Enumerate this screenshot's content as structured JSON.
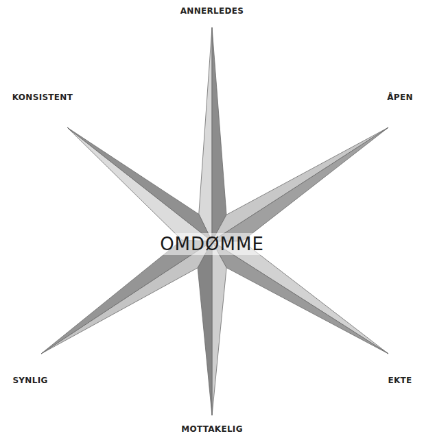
{
  "diagram": {
    "nodes": [
      {
        "text": [
          "OMDØMME"
        ]
      }
    ],
    "labels": [
      "ANNERLEDES",
      "KONSISTENT",
      "ÅPEN",
      "SYNLIG",
      "EKTE",
      "MOTTAKELIG"
    ]
  }
}
